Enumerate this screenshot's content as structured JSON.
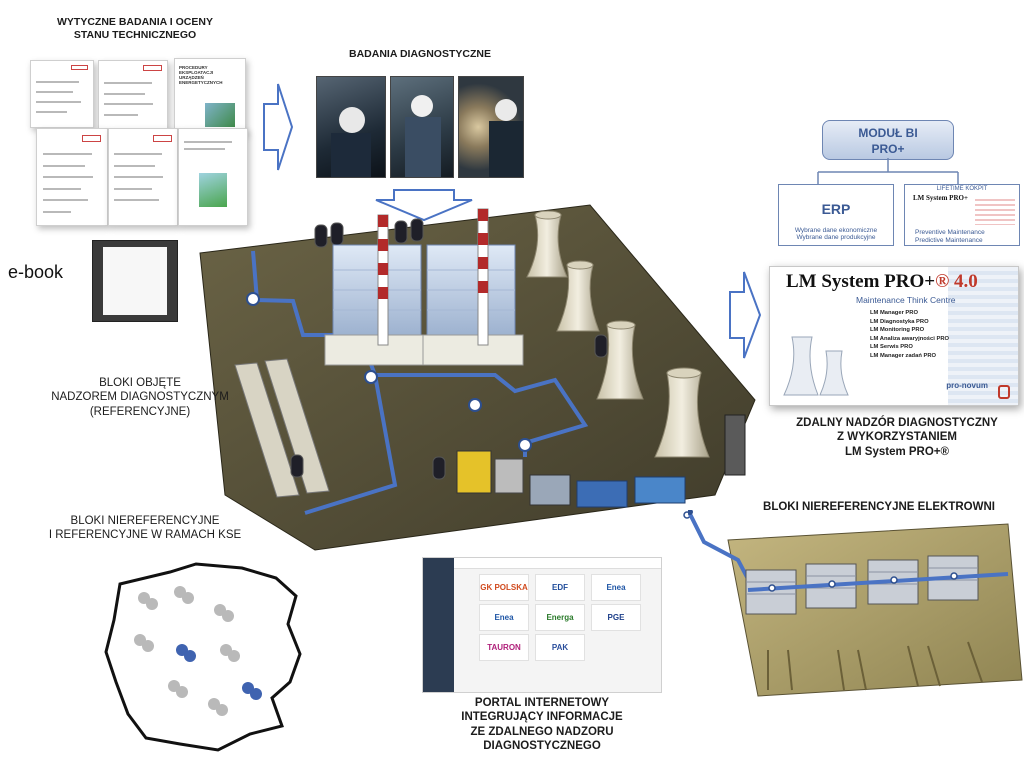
{
  "captions": {
    "wytyczne": [
      "WYTYCZNE BADANIA I OCENY",
      "STANU TECHNICZNEGO"
    ],
    "badania": "BADANIA DIAGNOSTYCZNE",
    "ebook": "e-book",
    "bloki_objete": [
      "BLOKI OBJĘTE",
      "NADZOREM DIAGNOSTYCZNYM",
      "(REFERENCYJNE)"
    ],
    "bloki_kse": [
      "BLOKI NIEREFERENCYJNE",
      "I REFERENCYJNE W RAMACH KSE"
    ],
    "zdalny": [
      "ZDALNY NADZÓR DIAGNOSTYCZNY",
      "Z WYKORZYSTANIEM",
      "LM System PRO+®"
    ],
    "bloki_nieref": "BLOKI NIEREFERENCYJNE ELEKTROWNI",
    "portal": [
      "PORTAL INTERNETOWY",
      "INTEGRUJĄCY INFORMACJE",
      "ZE ZDALNEGO NADZORU",
      "DIAGNOSTYCZNEGO"
    ]
  },
  "documents": {
    "doc3_title": [
      "PROCEDURY EKSPLOATACJI",
      "URZĄDZEŃ ENERGETYCZNYCH"
    ]
  },
  "bi": {
    "title": [
      "MODUŁ BI",
      "PRO+"
    ],
    "erp": {
      "title": "ERP",
      "lines": [
        "Wybrane dane ekonomiczne",
        "Wybrane dane produkcyjne"
      ]
    },
    "kokpit": {
      "title": "LIFETIME KOKPIT",
      "logo": "LM System PRO+",
      "lines": [
        "Preventive Maintenance",
        "Predictive  Maintenance"
      ]
    }
  },
  "lm_system": {
    "title": "LM System PRO+",
    "version": "® 4.0",
    "subtitle": "Maintenance Think Centre",
    "modules": [
      "LM Manager PRO",
      "LM Diagnostyka PRO",
      "LM Monitoring PRO",
      "LM Analiza awaryjności PRO",
      "LM Serwis PRO",
      "LM Manager zadań PRO"
    ],
    "brand": "pro-novum"
  },
  "portal": {
    "tiles": [
      "GK POLSKA",
      "EDF",
      "Enea",
      "Enea",
      "Energa",
      "PGE",
      "TAURON",
      "PAK"
    ]
  },
  "colors": {
    "accent_blue": "#4a73c4",
    "box_border": "#6e86b3",
    "bi_text": "#3b5a94",
    "lm_red": "#c0392b",
    "board": "#55503a"
  }
}
